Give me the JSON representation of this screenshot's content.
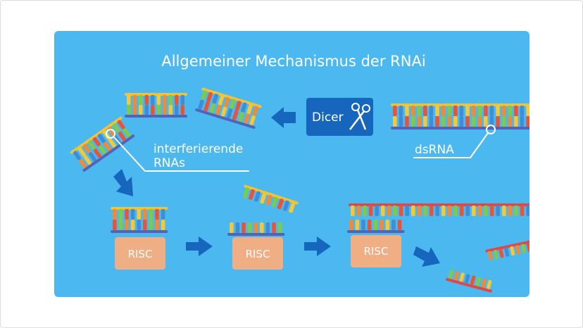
{
  "title": "Allgemeiner Mechanismus der RNAi",
  "labels": {
    "interfering": [
      "interferierende",
      "RNAs"
    ],
    "dsrna": "dsRNA",
    "dicer": "Dicer"
  },
  "risc_labels": [
    "RISC",
    "RISC",
    "RISC"
  ],
  "icons": [
    "scissors-icon",
    "arrow-left-icon",
    "arrow-down-right-icon",
    "arrow-right-icon"
  ],
  "colors": {
    "background": "#4cb8f0",
    "backbone": "#5463b8",
    "backbone_top": "#f2c235",
    "backbone_red": "#e04848",
    "risc": "#f0ae84",
    "dicer": "#1766bd",
    "arrow": "#1766bd",
    "bases": [
      "#e8543a",
      "#f4c838",
      "#7ccb4c",
      "#3d8ed6",
      "#f08a36"
    ]
  }
}
